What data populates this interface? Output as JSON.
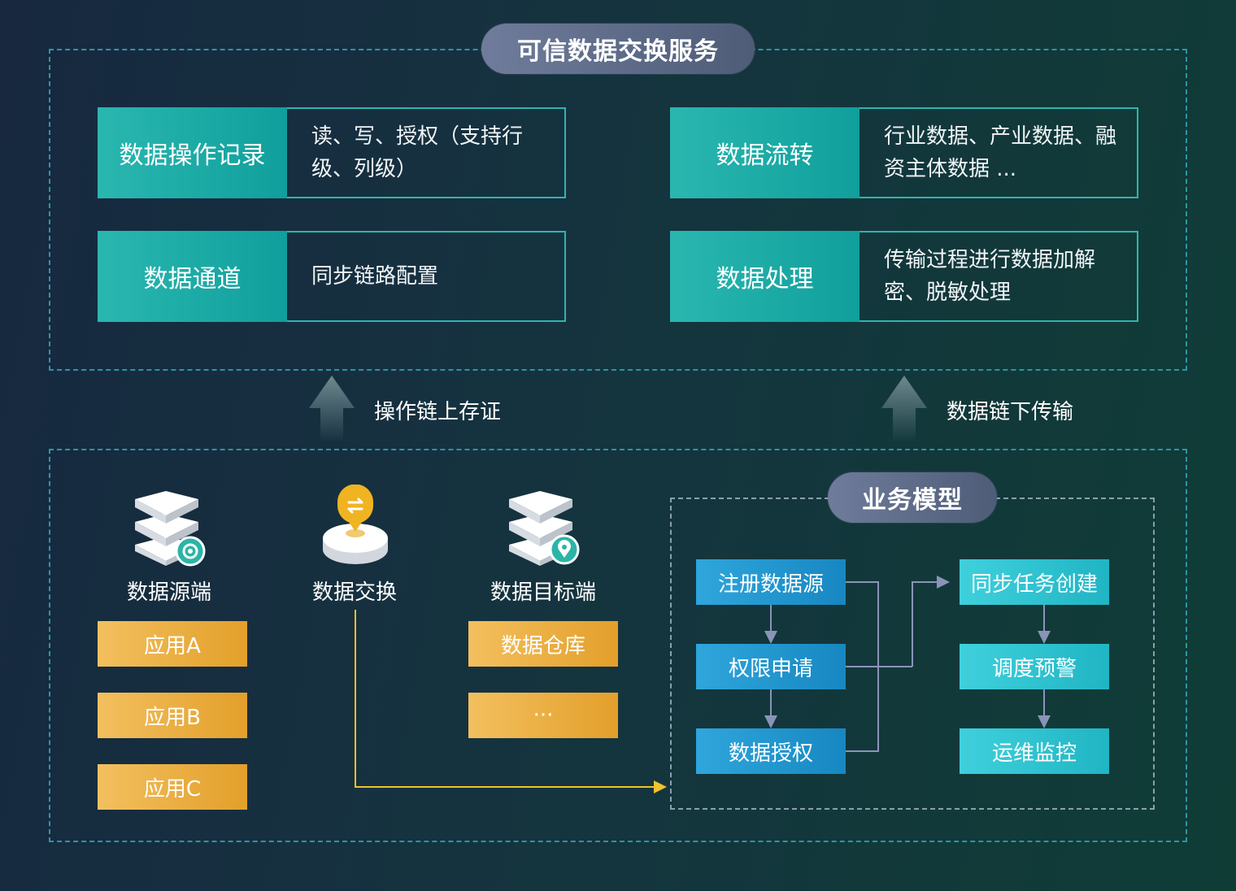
{
  "top_section": {
    "title": "可信数据交换服务",
    "cards": [
      {
        "head": "数据操作记录",
        "body": "读、写、授权（支持行级、列级）"
      },
      {
        "head": "数据流转",
        "body": "行业数据、产业数据、融资主体数据 ..."
      },
      {
        "head": "数据通道",
        "body": "同步链路配置"
      },
      {
        "head": "数据处理",
        "body": "传输过程进行数据加解密、脱敏处理"
      }
    ]
  },
  "arrows": {
    "left_label": "操作链上存证",
    "right_label": "数据链下传输"
  },
  "bottom_section": {
    "nodes": {
      "source": "数据源端",
      "exchange": "数据交换",
      "target": "数据目标端"
    },
    "source_apps": [
      "应用A",
      "应用B",
      "应用C"
    ],
    "target_items": [
      "数据仓库",
      "···"
    ],
    "business_model": {
      "title": "业务模型",
      "left_steps": [
        "注册数据源",
        "权限申请",
        "数据授权"
      ],
      "right_steps": [
        "同步任务创建",
        "调度预警",
        "运维监控"
      ]
    }
  },
  "colors": {
    "teal": "#1aa9a5",
    "yellow": "#eeb140",
    "blue": "#1f97cf",
    "cyan": "#2dc3cf",
    "dash": "#2d94a6"
  }
}
